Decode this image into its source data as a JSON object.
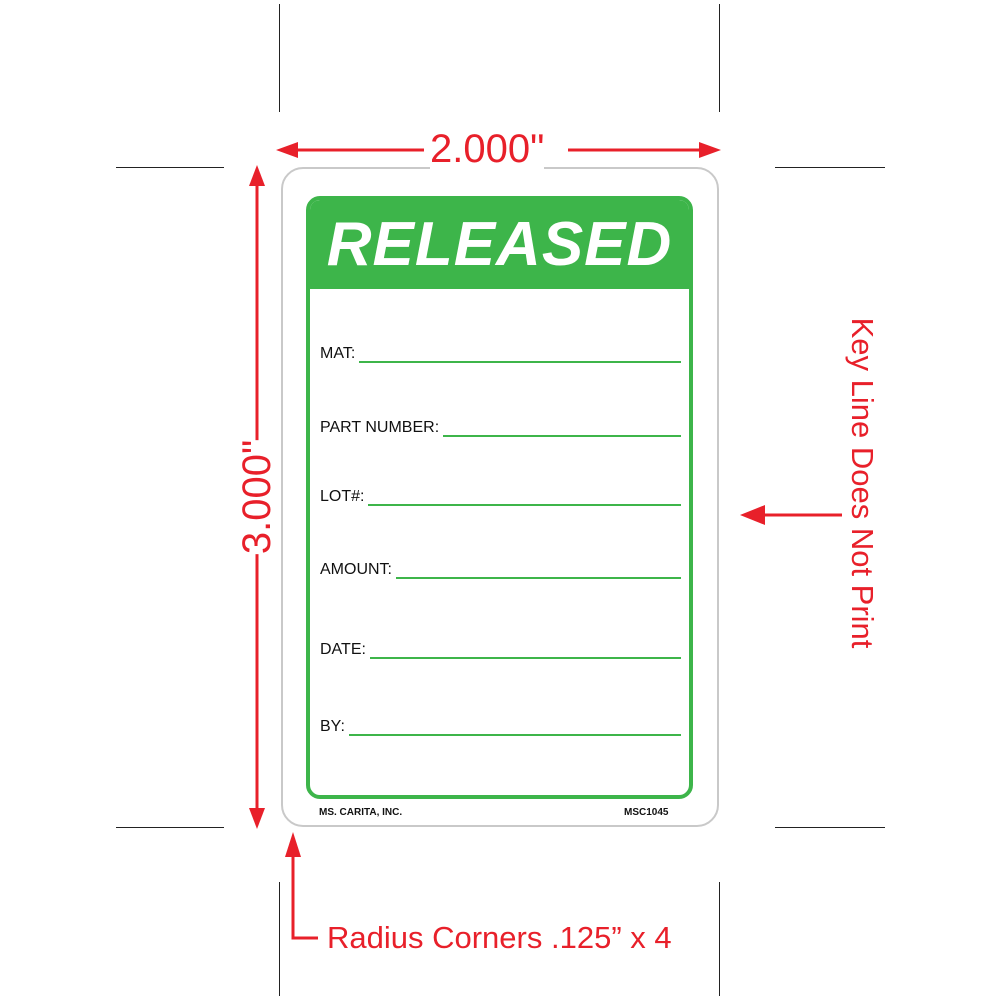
{
  "spec": {
    "width_label": "2.000\"",
    "height_label": "3.000\"",
    "keyline_note": "Key Line Does Not Print",
    "corner_note": "Radius Corners .125” x 4",
    "annotation_color": "#e8202a"
  },
  "label": {
    "title": "RELEASED",
    "brand_color": "#3db54a",
    "fields": [
      {
        "label": "MAT:"
      },
      {
        "label": "PART NUMBER:"
      },
      {
        "label": "LOT#:"
      },
      {
        "label": "AMOUNT:"
      },
      {
        "label": "DATE:"
      },
      {
        "label": "BY:"
      }
    ],
    "company": "MS. CARITA, INC.",
    "product_code": "MSC1045"
  }
}
